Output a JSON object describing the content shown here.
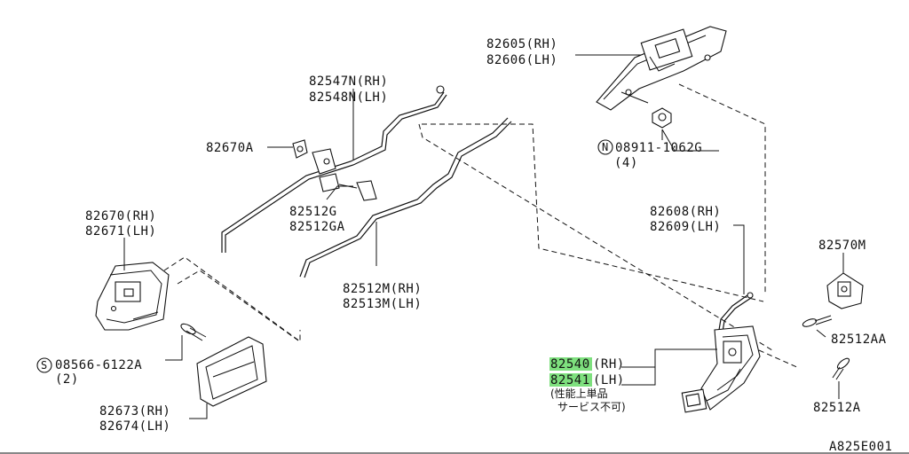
{
  "parts": {
    "handle_outer_rh": "82605(RH)",
    "handle_outer_lh": "82606(LH)",
    "rod_upper_rh": "82547N(RH)",
    "rod_upper_lh": "82548N(LH)",
    "clip_a": "82670A",
    "nut_n_code": "08911-1062G",
    "nut_n_qty": "(4)",
    "nut_n_symbol": "N",
    "handle_inner_rh": "82670(RH)",
    "handle_inner_lh": "82671(LH)",
    "bolt_g": "82512G",
    "bolt_ga": "82512GA",
    "rod_lower_rh": "82512M(RH)",
    "rod_lower_lh": "82513M(LH)",
    "rod_lock_rh": "82608(RH)",
    "rod_lock_lh": "82609(LH)",
    "striker": "82570M",
    "screw_s_code": "08566-6122A",
    "screw_s_qty": "(2)",
    "screw_s_symbol": "S",
    "screw_aa": "82512AA",
    "lock_rh_code": "82540",
    "lock_rh_side": "(RH)",
    "lock_lh_code": "82541",
    "lock_lh_side": "(LH)",
    "lock_note_line1": "(性能上単品",
    "lock_note_line2": "サービス不可)",
    "screw_a": "82512A",
    "escutcheon_rh": "82673(RH)",
    "escutcheon_lh": "82674(LH)"
  },
  "figure_id": "A825E001",
  "highlight_color": "#7ee07e"
}
